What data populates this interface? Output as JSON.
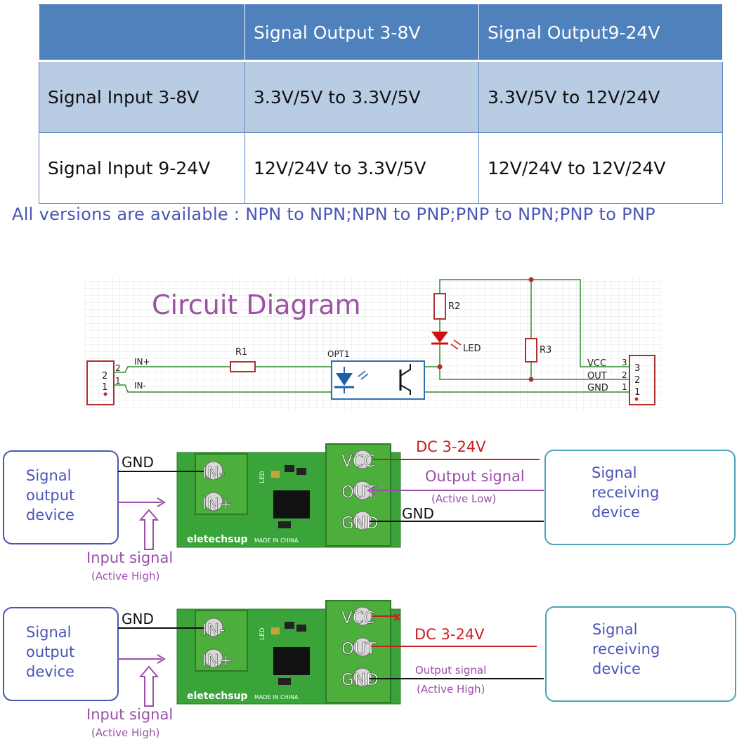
{
  "table": {
    "headers": [
      "",
      "Signal Output 3-8V",
      "Signal Output9-24V"
    ],
    "rows": [
      [
        "Signal Input 3-8V",
        "3.3V/5V to 3.3V/5V",
        "3.3V/5V to 12V/24V"
      ],
      [
        "Signal Input 9-24V",
        "12V/24V to 3.3V/5V",
        "12V/24V to 12V/24V"
      ]
    ]
  },
  "versions_note": "All versions are available : NPN to NPN;NPN to PNP;PNP to NPN;PNP to PNP",
  "circuit": {
    "title": "Circuit Diagram",
    "labels": {
      "r1": "R1",
      "r2": "R2",
      "r3": "R3",
      "opt1": "OPT1",
      "led": "LED",
      "in_plus": "IN+",
      "in_minus": "IN-",
      "vcc": "VCC",
      "out": "OUT",
      "gnd": "GND",
      "left_pin2": "2",
      "left_pin1": "1",
      "left_net2": "2",
      "left_net1": "1",
      "right_pin3": "3",
      "right_pin2": "2",
      "right_pin1": "1",
      "right_net3": "3",
      "right_net2": "2",
      "right_net1": "1"
    }
  },
  "wiring": [
    {
      "source_device": [
        "Signal",
        "output",
        "device"
      ],
      "receiver_device": [
        "Signal",
        "receiving",
        "device"
      ],
      "gnd_label_left": "GND",
      "input_signal": "Input signal",
      "input_active": "(Active High)",
      "power_label": "DC 3-24V",
      "output_label": "Output signal",
      "output_active": "(Active Low)",
      "gnd_label_right": "GND",
      "terminals_left": [
        "IN-",
        "IN+"
      ],
      "terminals_right": [
        "VCC",
        "OUT",
        "GND"
      ],
      "brand": "eletechsup",
      "made_in": "MADE IN CHINA",
      "led_mark": "LED"
    },
    {
      "source_device": [
        "Signal",
        "output",
        "device"
      ],
      "receiver_device": [
        "Signal",
        "receiving",
        "device"
      ],
      "gnd_label_left": "GND",
      "input_signal": "Input signal",
      "input_active": "(Active High)",
      "power_label": "DC 3-24V",
      "output_label": "Output signal",
      "output_active": "(Active High)",
      "terminals_left": [
        "IN-",
        "IN+"
      ],
      "terminals_right": [
        "VCC",
        "OUT",
        "GND"
      ],
      "brand": "eletechsup",
      "made_in": "MADE IN CHINA",
      "led_mark": "LED",
      "vcc_disconnected_mark": "x"
    }
  ],
  "colors": {
    "header_blue": "#4f81bd",
    "row_blue": "#b8cce4",
    "note_blue": "#4a55b6",
    "circuit_title": "#9b52a3",
    "wire_green": "#2f8f2f",
    "component_red": "#c00000",
    "pcb_green": "#3aa33a",
    "terminal_green": "#4caf3b",
    "power_red": "#c82020",
    "signal_purple": "#9a4fa8",
    "device_blue_border": "#4a55b6",
    "device_teal_border": "#4aa3b8"
  }
}
